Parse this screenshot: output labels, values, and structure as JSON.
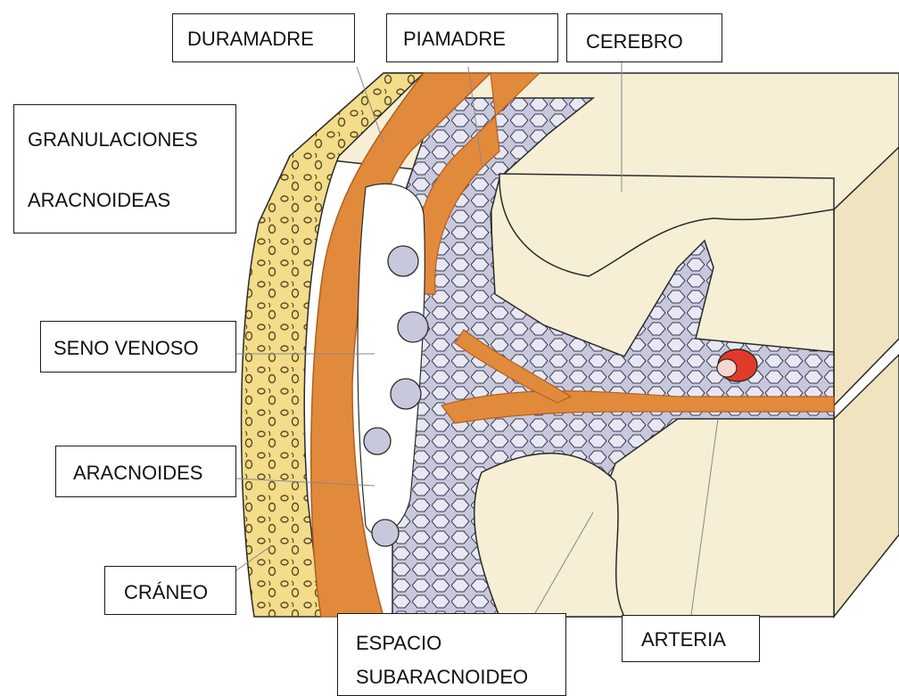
{
  "colors": {
    "bone": "#f3dc8a",
    "bone_dark": "#d9b550",
    "dura": "#e28a3c",
    "dura_dark": "#b0601f",
    "arachnoid": "#c8c8dc",
    "brain": "#f6efd6",
    "brain_side": "#efe4bf",
    "artery": "#e23a2a",
    "outline": "#2a2a2a"
  },
  "labels": {
    "duramadre": "DURAMADRE",
    "piamadre": "PIAMADRE",
    "cerebro": "CEREBRO",
    "granulaciones_line1": "GRANULACIONES",
    "granulaciones_line2": "ARACNOIDEAS",
    "seno_venoso": "SENO VENOSO",
    "aracnoides": "ARACNOIDES",
    "craneo": "CRÁNEO",
    "espacio_line1": "ESPACIO",
    "espacio_line2": "SUBARACNOIDEO",
    "arteria": "ARTERIA"
  }
}
